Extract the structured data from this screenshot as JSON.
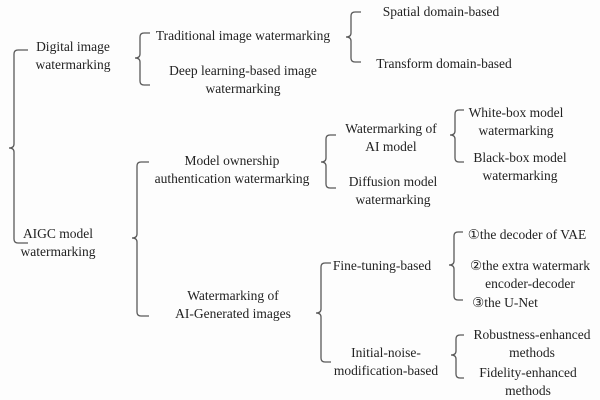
{
  "diagram": {
    "type": "taxonomy-tree",
    "root": {
      "children": [
        {
          "id": "digital",
          "label": [
            "Digital image",
            "watermarking"
          ],
          "children": [
            {
              "id": "traditional",
              "label": [
                "Traditional image watermarking"
              ],
              "children": [
                {
                  "id": "spatial",
                  "label": [
                    "Spatial domain-based"
                  ]
                },
                {
                  "id": "transform",
                  "label": [
                    "Transform domain-based"
                  ]
                }
              ]
            },
            {
              "id": "deep",
              "label": [
                "Deep learning-based image",
                "watermarking"
              ]
            }
          ]
        },
        {
          "id": "aigc",
          "label": [
            "AIGC model",
            "watermarking"
          ],
          "children": [
            {
              "id": "ownership",
              "label": [
                "Model ownership",
                "authentication watermarking"
              ],
              "children": [
                {
                  "id": "ai-model",
                  "label": [
                    "Watermarking of",
                    "AI model"
                  ],
                  "children": [
                    {
                      "id": "white-box",
                      "label": [
                        "White-box model",
                        "watermarking"
                      ]
                    },
                    {
                      "id": "black-box",
                      "label": [
                        "Black-box model",
                        "watermarking"
                      ]
                    }
                  ]
                },
                {
                  "id": "diffusion",
                  "label": [
                    "Diffusion model",
                    "watermarking"
                  ]
                }
              ]
            },
            {
              "id": "ai-generated",
              "label": [
                "Watermarking of",
                "AI-Generated images"
              ],
              "children": [
                {
                  "id": "fine-tuning",
                  "label": [
                    "Fine-tuning-based"
                  ],
                  "children": [
                    {
                      "id": "vae",
                      "label": [
                        "①the decoder of VAE"
                      ]
                    },
                    {
                      "id": "extra",
                      "label": [
                        "②the extra watermark",
                        "encoder-decoder"
                      ]
                    },
                    {
                      "id": "unet",
                      "label": [
                        "③the U-Net"
                      ]
                    }
                  ]
                },
                {
                  "id": "initial-noise",
                  "label": [
                    "Initial-noise-",
                    "modification-based"
                  ],
                  "children": [
                    {
                      "id": "robustness",
                      "label": [
                        "Robustness-enhanced",
                        "methods"
                      ]
                    },
                    {
                      "id": "fidelity",
                      "label": [
                        "Fidelity-enhanced",
                        "methods"
                      ]
                    }
                  ]
                }
              ]
            }
          ]
        }
      ]
    }
  },
  "colors": {
    "line": "#5a5a5a",
    "text": "#222222",
    "background": "#fdfdfd"
  }
}
